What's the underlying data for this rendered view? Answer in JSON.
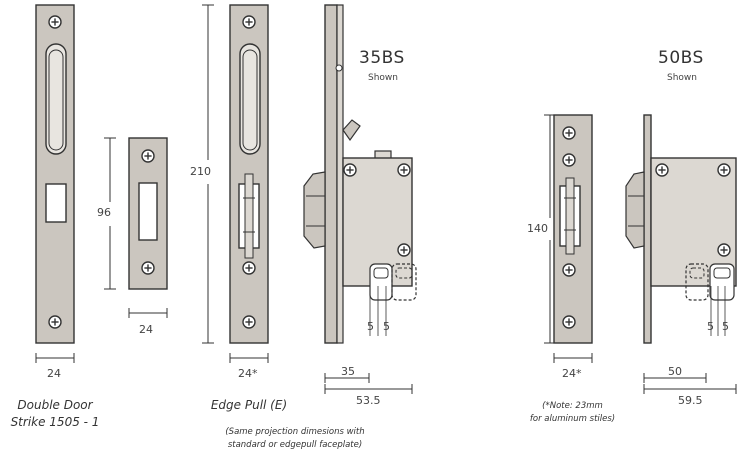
{
  "models": {
    "m35": {
      "title": "35BS",
      "subtitle": "Shown"
    },
    "m50": {
      "title": "50BS",
      "subtitle": "Shown"
    }
  },
  "dimensions": {
    "strike_height": "96",
    "strike_width": "24",
    "dd_width": "24",
    "ep_height": "210",
    "ep_width": "24*",
    "m35_gap_a": "5",
    "m35_gap_b": "5",
    "m35_backset": "35",
    "m35_depth": "53.5",
    "m50_height": "140",
    "m50_width": "24*",
    "m50_gap_a": "5",
    "m50_gap_b": "5",
    "m50_backset": "50",
    "m50_depth": "59.5"
  },
  "captions": {
    "double_door_line1": "Double Door",
    "double_door_line2": "Strike 1505 - 1",
    "edge_pull": "Edge Pull (E)",
    "projection_line1": "(Same projection dimesions with",
    "projection_line2": "standard or edgepull faceplate)",
    "note_line1": "(*Note: 23mm",
    "note_line2": "for aluminum stiles)"
  },
  "colors": {
    "plate": "#c9c4bd",
    "body": "#dcd8d2",
    "outline": "#333333"
  }
}
